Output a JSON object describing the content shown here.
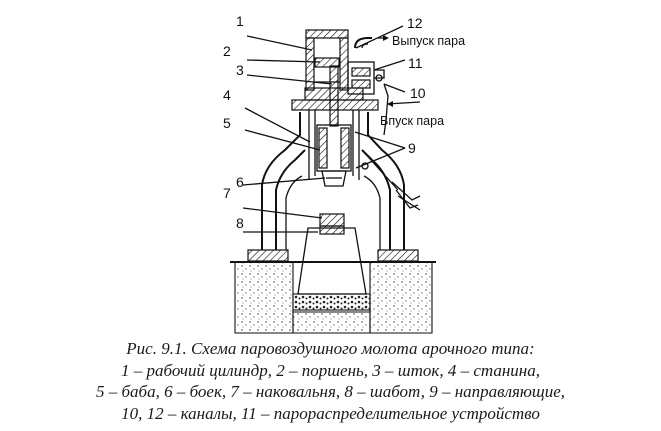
{
  "figure": {
    "numbers": {
      "n1": "1",
      "n2": "2",
      "n3": "3",
      "n4": "4",
      "n5": "5",
      "n6": "6",
      "n7": "7",
      "n8": "8",
      "n9": "9",
      "n10": "10",
      "n11": "11",
      "n12": "12"
    },
    "labels": {
      "steam_out": "Выпуск пара",
      "steam_in": "Впуск пара"
    }
  },
  "caption": {
    "line1": "Рис. 9.1. Схема паровоздушного молота арочного типа:",
    "line2": "1 – рабочий цилиндр, 2 – поршень, 3 – шток, 4 – станина,",
    "line3": "5 – баба, 6 – боек, 7 – наковальня, 8 – шабот, 9 – направляющие,",
    "line4": "10, 12 – каналы, 11 – парораспределительное устройство"
  }
}
